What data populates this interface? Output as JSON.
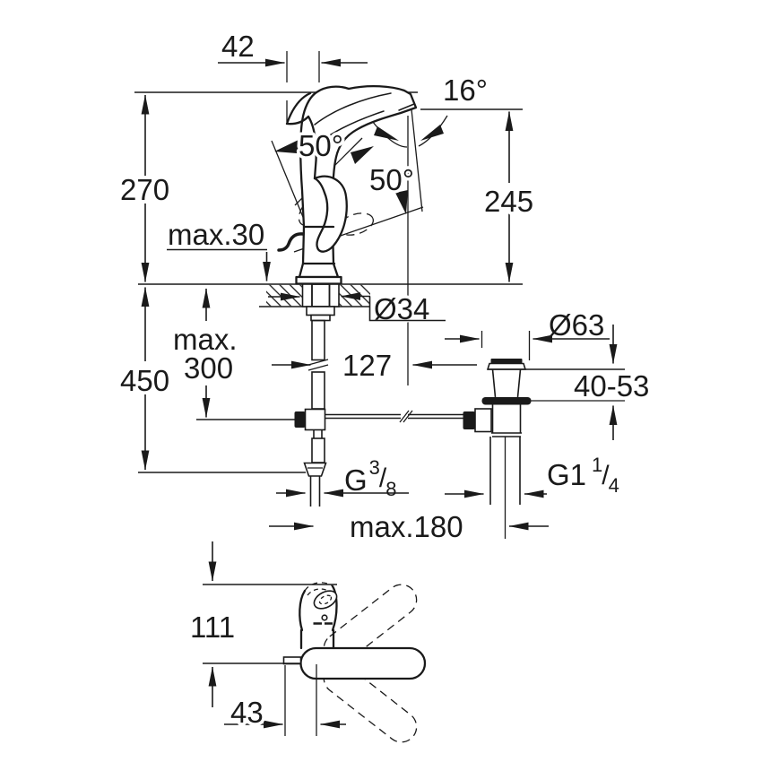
{
  "drawing": {
    "kind": "single-lever basin mixer installation drawing",
    "views": [
      "side elevation with mounting and pop-up waste",
      "top view with handle swivel range"
    ],
    "colors": {
      "line": "#1a1a1a",
      "background": "#ffffff"
    }
  },
  "labels": {
    "dim_42": "42",
    "angle_16": "16°",
    "angle_50_a": "50°",
    "angle_50_b": "50°",
    "dim_270": "270",
    "dim_245": "245",
    "dim_max30": "max.30",
    "dim_max300_line1": "max.",
    "dim_max300_line2": "300",
    "dim_450": "450",
    "dim_127": "127",
    "dia_34": "Ø34",
    "dia_63": "Ø63",
    "dim_40_53": "40-53",
    "thread_supply": {
      "g": "G",
      "num": "3",
      "slash": "/",
      "den": "8"
    },
    "thread_waste": {
      "g": "G1",
      "num": "1",
      "slash": "/",
      "den": "4"
    },
    "dim_max180": "max.180",
    "dim_111": "111",
    "dim_43": "43"
  }
}
